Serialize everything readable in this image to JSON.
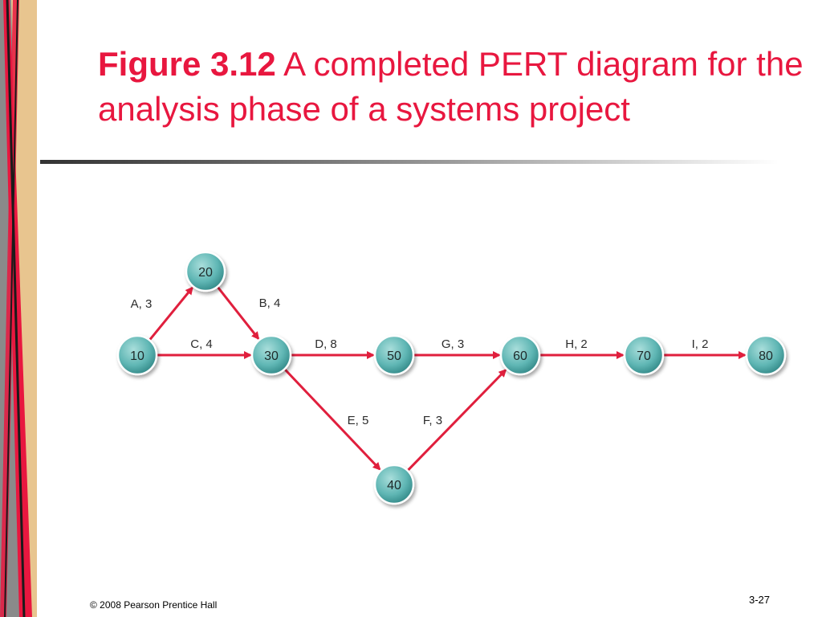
{
  "slide": {
    "title_bold": "Figure 3.12",
    "title_rest": " A completed PERT diagram for the analysis phase of a systems project",
    "copyright": "© 2008 Pearson Prentice Hall",
    "page_number": "3-27"
  },
  "colors": {
    "title": "#e8173f",
    "arrow": "#e01f3d",
    "node": "#5fb6b4",
    "node_dark": "#2f7f80",
    "side_red": "#e8173f",
    "side_tan": "#e8c58f"
  },
  "diagram": {
    "nodes": [
      {
        "id": "10"
      },
      {
        "id": "20"
      },
      {
        "id": "30"
      },
      {
        "id": "40"
      },
      {
        "id": "50"
      },
      {
        "id": "60"
      },
      {
        "id": "70"
      },
      {
        "id": "80"
      }
    ],
    "edges": [
      {
        "from": "10",
        "to": "20",
        "label": "A, 3"
      },
      {
        "from": "20",
        "to": "30",
        "label": "B, 4"
      },
      {
        "from": "10",
        "to": "30",
        "label": "C, 4"
      },
      {
        "from": "30",
        "to": "50",
        "label": "D, 8"
      },
      {
        "from": "30",
        "to": "40",
        "label": "E, 5"
      },
      {
        "from": "40",
        "to": "60",
        "label": "F, 3"
      },
      {
        "from": "50",
        "to": "60",
        "label": "G, 3"
      },
      {
        "from": "60",
        "to": "70",
        "label": "H, 2"
      },
      {
        "from": "70",
        "to": "80",
        "label": "I, 2"
      }
    ]
  }
}
